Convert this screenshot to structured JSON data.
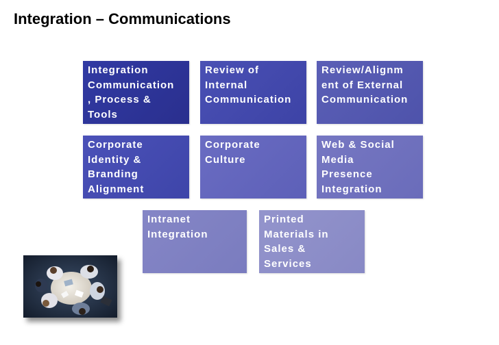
{
  "slide": {
    "title": "Integration – Communications"
  },
  "boxes": [
    {
      "lines": [
        "Integration",
        "Communication",
        ", Process &",
        "Tools"
      ],
      "color": "#2e3499"
    },
    {
      "lines": [
        "Review of",
        "Internal",
        "Communication"
      ],
      "color": "#4349ad"
    },
    {
      "lines": [
        "Review/Alignm",
        "ent of External",
        "Communication"
      ],
      "color": "#5458b0"
    },
    {
      "lines": [
        "Corporate",
        "Identity &",
        "Branding",
        "Alignment"
      ],
      "color": "#454bb0"
    },
    {
      "lines": [
        "Corporate",
        "Culture"
      ],
      "color": "#6366bd"
    },
    {
      "lines": [
        "Web & Social",
        "Media",
        "Presence",
        "Integration"
      ],
      "color": "#7071be"
    },
    {
      "lines": [
        "Intranet",
        "Integration"
      ],
      "color": "#7f81c2"
    },
    {
      "lines": [
        "Printed",
        "Materials in",
        "Sales &",
        "Services"
      ],
      "color": "#8e8fc9"
    }
  ],
  "photo": {
    "icon": "team-meeting-photo"
  }
}
